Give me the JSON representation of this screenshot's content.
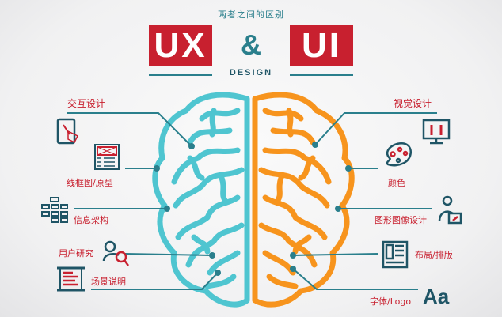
{
  "header": {
    "subtitle": "两者之间的区别",
    "ux": "UX",
    "amp": "&",
    "ui": "UI",
    "design": "DESIGN"
  },
  "ux_items": [
    {
      "label": "交互设计",
      "icon": "tablet-touch-icon"
    },
    {
      "label": "线框图/原型",
      "icon": "wireframe-icon"
    },
    {
      "label": "信息架构",
      "icon": "sitemap-icon"
    },
    {
      "label": "用户研究",
      "icon": "user-search-icon"
    },
    {
      "label": "场景说明",
      "icon": "scroll-document-icon"
    }
  ],
  "ui_items": [
    {
      "label": "视觉设计",
      "icon": "monitor-tools-icon"
    },
    {
      "label": "颜色",
      "icon": "palette-icon"
    },
    {
      "label": "图形图像设计",
      "icon": "designer-icon"
    },
    {
      "label": "布局/排版",
      "icon": "layout-icon"
    },
    {
      "label": "字体/Logo",
      "icon": "typography-icon",
      "glyph": "Aa"
    }
  ],
  "colors": {
    "red": "#c8202f",
    "teal": "#2a7f8c",
    "cyan": "#4fc5d0",
    "orange": "#f7941d"
  }
}
